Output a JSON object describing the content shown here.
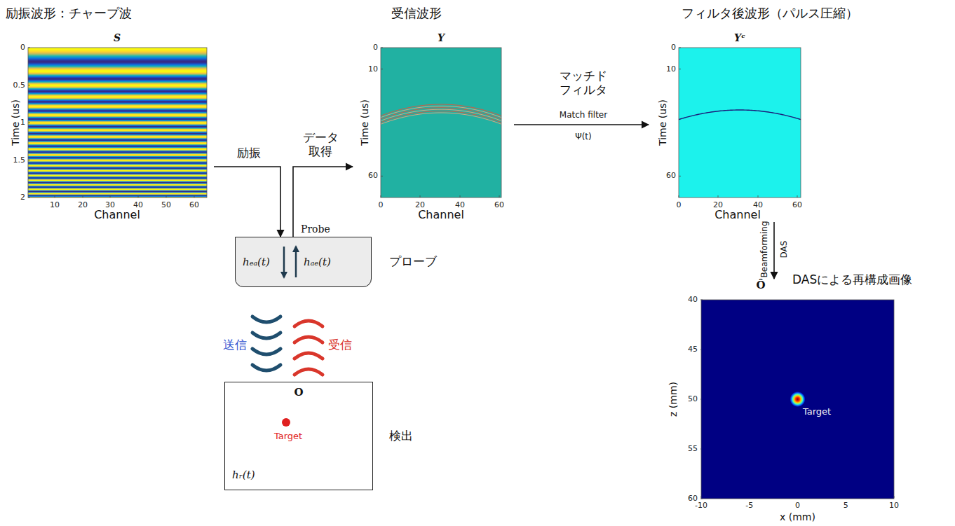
{
  "diagram": {
    "nodes": [
      {
        "text": [
          "励振波形：チャープ波",
          "S"
        ]
      },
      {
        "text": [
          "受信波形",
          "Y"
        ]
      },
      {
        "text": [
          "フィルタ後波形（パルス圧縮）",
          "Yᶜ"
        ]
      },
      {
        "text": [
          "Probe",
          "hₑₐ(t)",
          "hₐₑ(t)"
        ]
      },
      {
        "text": [
          "O",
          "Target",
          "hᵣ(t)"
        ]
      },
      {
        "text": [
          "Ô",
          "Target"
        ]
      }
    ],
    "edges": [
      {
        "from": 0,
        "to": 3,
        "arrow": "to",
        "label": "励振"
      },
      {
        "from": 3,
        "to": 1,
        "arrow": "to",
        "label": "データ 取得"
      },
      {
        "from": 1,
        "to": 2,
        "arrow": "to",
        "label": "Match filter"
      },
      {
        "from": 2,
        "to": 5,
        "arrow": "to",
        "label": "Beamforming"
      }
    ],
    "labels": [
      "Time (us)",
      "0",
      "0.5",
      "1",
      "1.5",
      "2",
      "10",
      "20",
      "30",
      "40",
      "50",
      "60",
      "Channel",
      "Time (us)",
      "0",
      "10",
      "60",
      "0",
      "20",
      "40",
      "60",
      "Channel",
      "マッチド フィルタ",
      "Ψ(t)",
      "Time (us)",
      "0",
      "10",
      "60",
      "0",
      "20",
      "40",
      "60",
      "Channel",
      "DAS",
      "DASによる再構成画像",
      "プローブ",
      "送信",
      "受信",
      "検出",
      "z (mm)",
      "40",
      "45",
      "50",
      "55",
      "60",
      "-10",
      "-5",
      "0",
      "5",
      "10",
      "x (mm)"
    ]
  }
}
